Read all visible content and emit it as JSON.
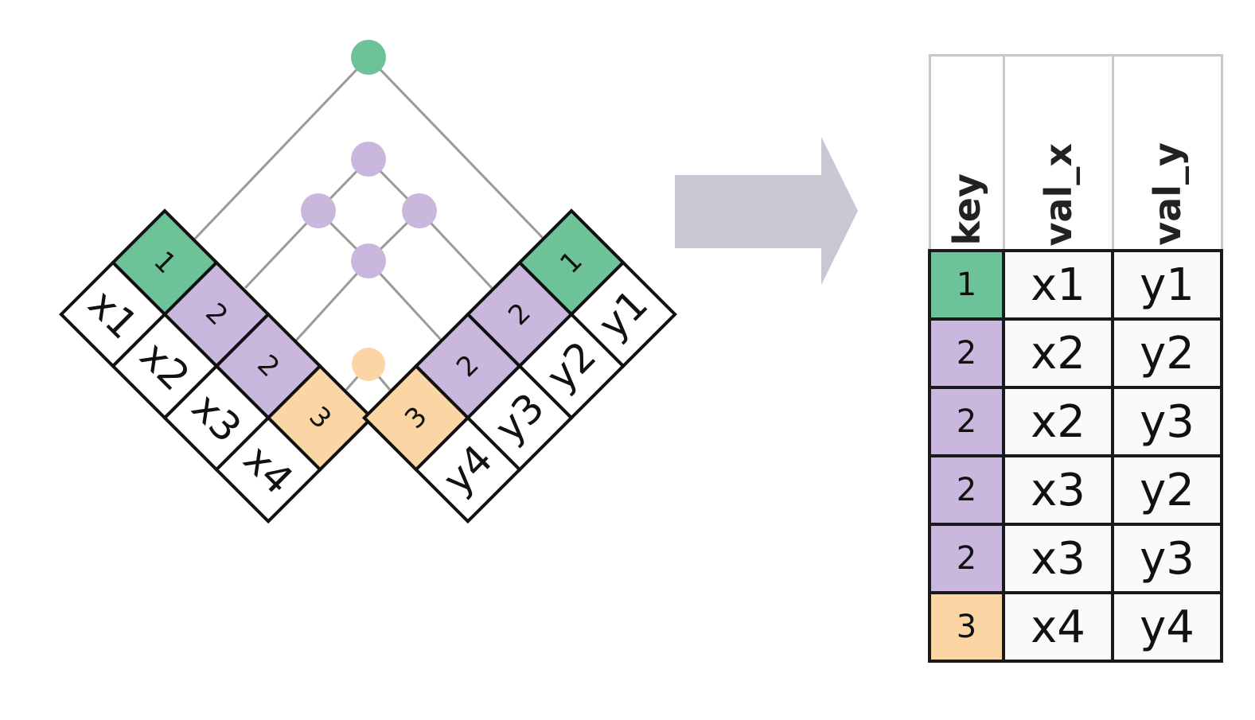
{
  "colors": {
    "key1": "#6dc397",
    "key2": "#c9b7de",
    "key3": "#fbd5a3",
    "node1": "#6dc397",
    "node2": "#c9b7de",
    "node3": "#fbd5a3",
    "connector": "#9a9a9a",
    "arrow": "#c7c8d2"
  },
  "left_table": {
    "keys": [
      "1",
      "2",
      "2",
      "3"
    ],
    "values": [
      "x1",
      "x2",
      "x3",
      "x4"
    ]
  },
  "right_table": {
    "keys": [
      "1",
      "2",
      "2",
      "3"
    ],
    "values": [
      "y1",
      "y2",
      "y3",
      "y4"
    ]
  },
  "result": {
    "headers": [
      "key",
      "val_x",
      "val_y"
    ],
    "rows": [
      {
        "key": "1",
        "val_x": "x1",
        "val_y": "y1",
        "group": "key1"
      },
      {
        "key": "2",
        "val_x": "x2",
        "val_y": "y2",
        "group": "key2"
      },
      {
        "key": "2",
        "val_x": "x2",
        "val_y": "y3",
        "group": "key2"
      },
      {
        "key": "2",
        "val_x": "x3",
        "val_y": "y2",
        "group": "key2"
      },
      {
        "key": "2",
        "val_x": "x3",
        "val_y": "y3",
        "group": "key2"
      },
      {
        "key": "3",
        "val_x": "x4",
        "val_y": "y4",
        "group": "key3"
      }
    ]
  }
}
